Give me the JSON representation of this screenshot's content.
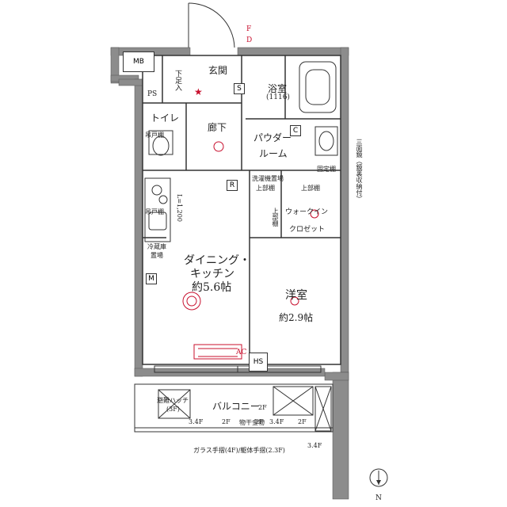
{
  "rooms": {
    "entrance": "玄関",
    "shoe_cabinet": "下足入",
    "bathroom": "浴室",
    "bath_size": "(1116)",
    "toilet": "トイレ",
    "hallway": "廊下",
    "powder_room_1": "パウダー",
    "powder_room_2": "ルーム",
    "dining_kitchen_1": "ダイニング・",
    "dining_kitchen_2": "キッチン",
    "dining_kitchen_size": "約5.6帖",
    "western_room": "洋室",
    "western_room_size": "約2.9帖",
    "walk_in_1": "ウォークイン",
    "walk_in_2": "クロゼット",
    "balcony": "バルコニー"
  },
  "labels": {
    "mb": "MB",
    "ps": "PS",
    "hs": "HS",
    "ac": "AC",
    "s": "S",
    "r": "R",
    "c": "C",
    "m": "M",
    "hanging_shelf": "吊戸棚",
    "hanging_shelf_2": "吊戸棚",
    "fixed_shelf": "固定棚",
    "washer_area_1": "洗濯機置場",
    "washer_area_2": "上部棚",
    "upper_shelf": "上部棚",
    "upper_shelf_2": "上部棚",
    "fridge_1": "冷蔵庫",
    "fridge_2": "置場",
    "l_dim": "L=1,200",
    "mirror_note": "三面鏡（鏡裏収納付）",
    "hatch_1": "避難ハッチ",
    "hatch_2": "(3F)",
    "f_3_4": "3.4F",
    "f_2": "2F",
    "f_2b": "2F",
    "hardware": "物干金物",
    "f_3_4b": "3.4F",
    "f_2c": "2F",
    "f_2d": "2F",
    "f_3_4c": "3.4F",
    "railing_note": "ガラス手摺(4F)/躯体手摺(2.3F)",
    "north": "N",
    "meter_f": "F",
    "meter_d": "D"
  },
  "colors": {
    "wall": "#8c8c8c",
    "line": "#333333",
    "accent": "#c8102e"
  }
}
